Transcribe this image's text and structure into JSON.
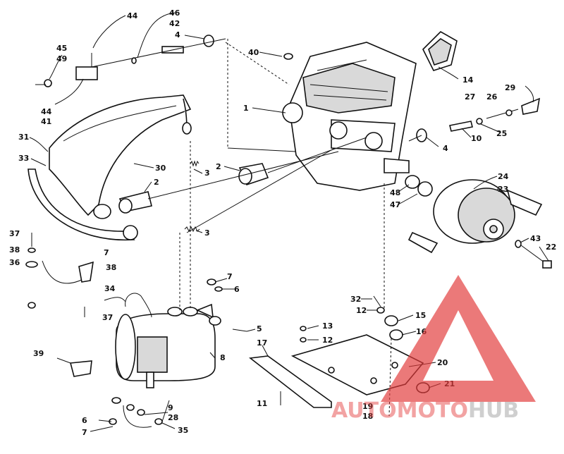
{
  "diagram": {
    "labels": [
      "44",
      "46",
      "42",
      "4",
      "45",
      "49",
      "44",
      "41",
      "40",
      "14",
      "1",
      "27",
      "26",
      "29",
      "25",
      "10",
      "4",
      "31",
      "33",
      "30",
      "2",
      "3",
      "2",
      "24",
      "23",
      "48",
      "47",
      "3",
      "43",
      "22",
      "37",
      "38",
      "7",
      "36",
      "38",
      "7",
      "6",
      "34",
      "37",
      "32",
      "12",
      "15",
      "16",
      "13",
      "12",
      "5",
      "17",
      "8",
      "39",
      "20",
      "21",
      "11",
      "19",
      "18",
      "9",
      "28",
      "6",
      "7",
      "35"
    ]
  },
  "watermark": {
    "brand_part1": "AUTOMOTO",
    "brand_part2": "HUB",
    "color_red": "#e23b3b",
    "color_gray": "#9a9a9a"
  }
}
